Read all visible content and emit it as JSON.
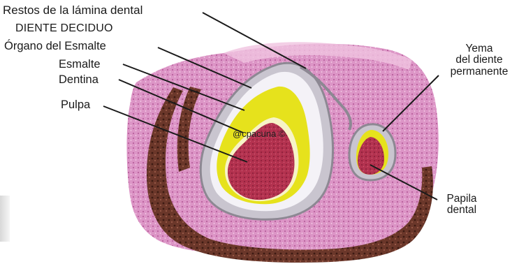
{
  "labels": {
    "restos": "Restos de la lámina dental",
    "diente_deciduo": "DIENTE DECIDUO",
    "organo": "Órgano del Esmalte",
    "esmalte": "Esmalte",
    "dentina": "Dentina",
    "pulpa": "Pulpa",
    "yema_line1": "Yema",
    "yema_line2": "del diente",
    "yema_line3": "permanente",
    "papila_line1": "Papila",
    "papila_line2": "dental"
  },
  "watermark": "@cpacuna ©",
  "colors": {
    "tissue_pink": "#d88fc0",
    "tissue_light": "#f0c3e0",
    "bone_brown": "#6e3a2c",
    "enamel_yellow": "#e6e21c",
    "pulp_red": "#b3324f",
    "epithelium_gray": "#a7a3ad",
    "leader_line": "#1a1a1a"
  }
}
